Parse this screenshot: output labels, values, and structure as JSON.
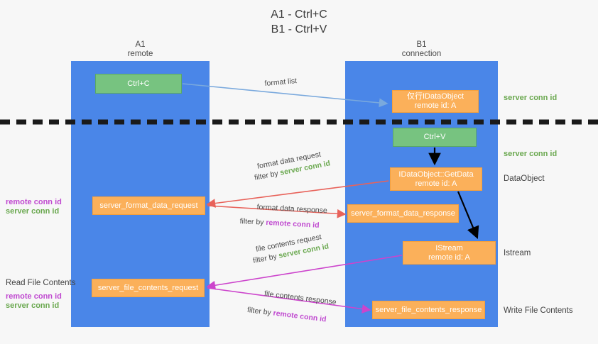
{
  "title": "A1 - Ctrl+C\nB1 - Ctrl+V",
  "title_line1": "A1 - Ctrl+C",
  "title_line2": "B1 - Ctrl+V",
  "lanes": {
    "left": {
      "name": "A1",
      "role": "remote",
      "color": "#4a86e8"
    },
    "right": {
      "name": "B1",
      "role": "connection",
      "color": "#4a86e8"
    }
  },
  "colors": {
    "lane_blue": "#4a86e8",
    "box_green": "#77c380",
    "box_orange": "#fbb05a",
    "arrow_lightblue": "#7aa9dd",
    "arrow_red": "#e8625a",
    "arrow_magenta": "#cc44cc",
    "arrow_black": "#000000",
    "text_green": "#6aa84f",
    "text_magenta": "#c04ad0",
    "background": "#f7f7f7",
    "divider": "#1a1a1a"
  },
  "boxes": {
    "ctrl_c": {
      "label": "Ctrl+C",
      "style": "green"
    },
    "idataobject": {
      "line1": "仅行IDataObject",
      "line2": "remote id: A",
      "style": "orange"
    },
    "ctrl_v": {
      "label": "Ctrl+V",
      "style": "green"
    },
    "getdata": {
      "line1": "IDataObject::GetData",
      "line2": "remote id: A",
      "style": "orange"
    },
    "format_data_request": {
      "label": "server_format_data_request",
      "style": "orange"
    },
    "format_data_response": {
      "label": "server_format_data_response",
      "style": "orange"
    },
    "istream": {
      "line1": "IStream",
      "line2": "remote id: A",
      "style": "orange"
    },
    "file_contents_request": {
      "label": "server_file_contents_request",
      "style": "orange"
    },
    "file_contents_response": {
      "label": "server_file_contents_response",
      "style": "orange"
    }
  },
  "annotations": {
    "dataobject": "DataObject",
    "istream": "Istream",
    "write_file_contents": "Write File Contents",
    "read_file_contents": "Read File Contents"
  },
  "conn_labels": {
    "server_1": "server conn id",
    "server_2": "server conn id",
    "left_remote_1": "remote conn id",
    "left_server_1": "server conn id",
    "left_remote_2": "remote conn id",
    "left_server_2": "server conn id"
  },
  "arrow_labels": {
    "format_list": "format list",
    "format_data_request": "format data request",
    "format_data_request_filter_prefix": "filter by ",
    "format_data_request_filter_value": "server conn id",
    "format_data_response": "format data response",
    "format_data_response_filter_prefix": "filter by ",
    "format_data_response_filter_value": "remote conn id",
    "file_contents_request": "file contents request",
    "file_contents_request_filter_prefix": "filter by ",
    "file_contents_request_filter_value": "server conn id",
    "file_contents_response": "file contents response",
    "file_contents_response_filter_prefix": "filter by ",
    "file_contents_response_filter_value": "remote conn id"
  }
}
